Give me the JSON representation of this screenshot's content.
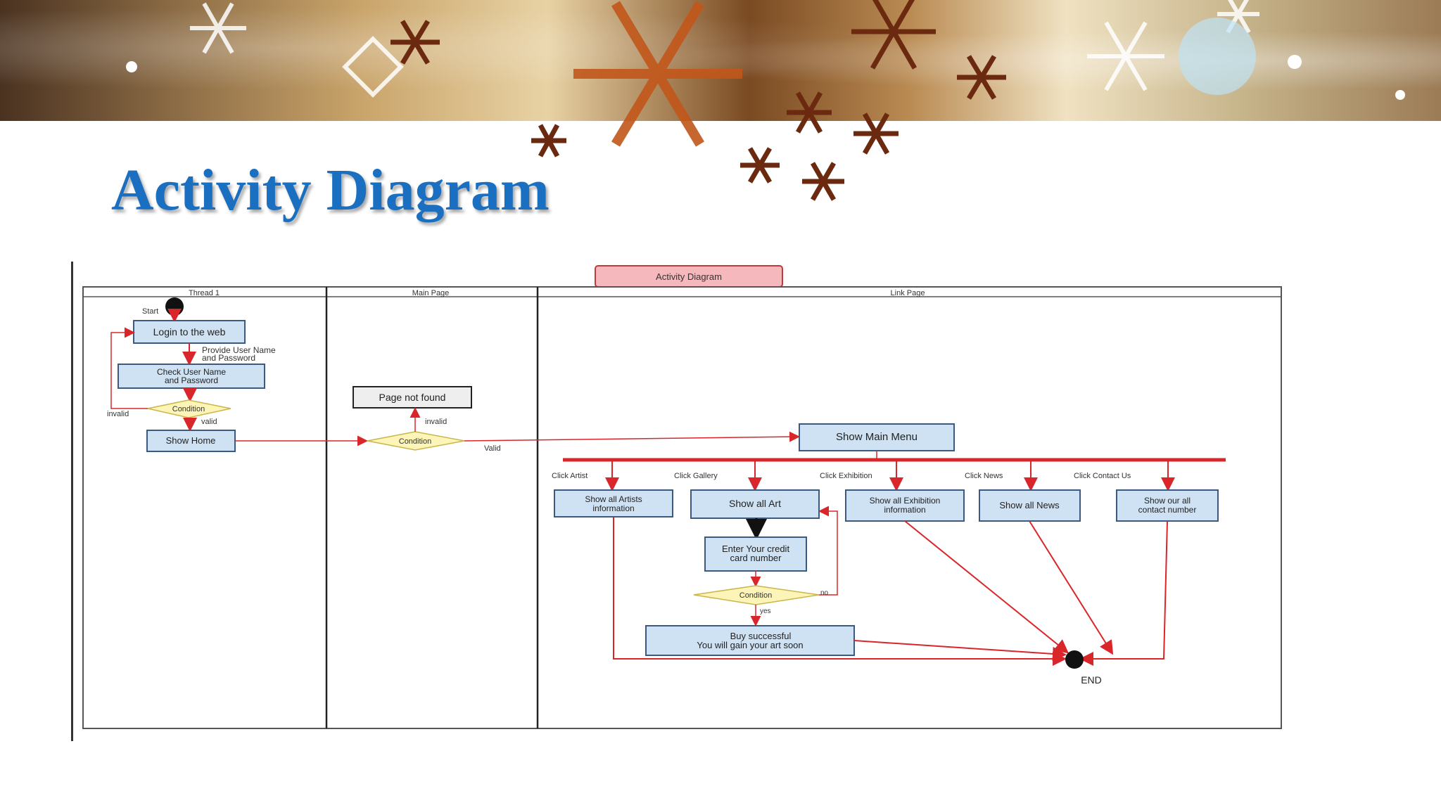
{
  "slide": {
    "title": "Activity Diagram"
  },
  "diagram": {
    "header": "Activity Diagram",
    "lanes": [
      "Thread 1",
      "Main Page",
      "Link Page"
    ],
    "start_label": "Start",
    "end_label": "END",
    "nodes": {
      "login": "Login to the  web",
      "provide_1": "Provide User Name",
      "provide_2": "and Password",
      "check_1": "Check User Name",
      "check_2": "and Password",
      "condition": "Condition",
      "invalid": "invalid",
      "valid": "valid",
      "show_home": "Show  Home",
      "page_not_found": "Page not found",
      "main_invalid": "invalid",
      "main_valid": "Valid",
      "main_condition": "Condition",
      "show_main_menu": "Show Main Menu",
      "click_artist": "Click Artist",
      "click_gallery": "Click Gallery",
      "click_exhibition": "Click Exhibition",
      "click_news": "Click News",
      "click_contact": "Click Contact Us",
      "artists_1": "Show all Artists",
      "artists_2": "information",
      "show_all_art": "Show all Art",
      "exhibition_1": "Show all Exhibition",
      "exhibition_2": "information",
      "show_all_news": "Show all News",
      "contact_1": "Show our all",
      "contact_2": "contact number",
      "credit_1": "Enter Your credit",
      "credit_2": "card number",
      "art_condition": "Condition",
      "art_no": "no",
      "art_yes": "yes",
      "buy_1": "Buy successful",
      "buy_2": "You will gain your art soon"
    },
    "colors": {
      "box_fill": "#cfe2f3",
      "box_stroke": "#3c5a80",
      "flow_red": "#d9262b",
      "decision_fill": "#fdf5b8",
      "header_fill": "#f5b9bd",
      "title_blue": "#1a6fc0"
    }
  }
}
